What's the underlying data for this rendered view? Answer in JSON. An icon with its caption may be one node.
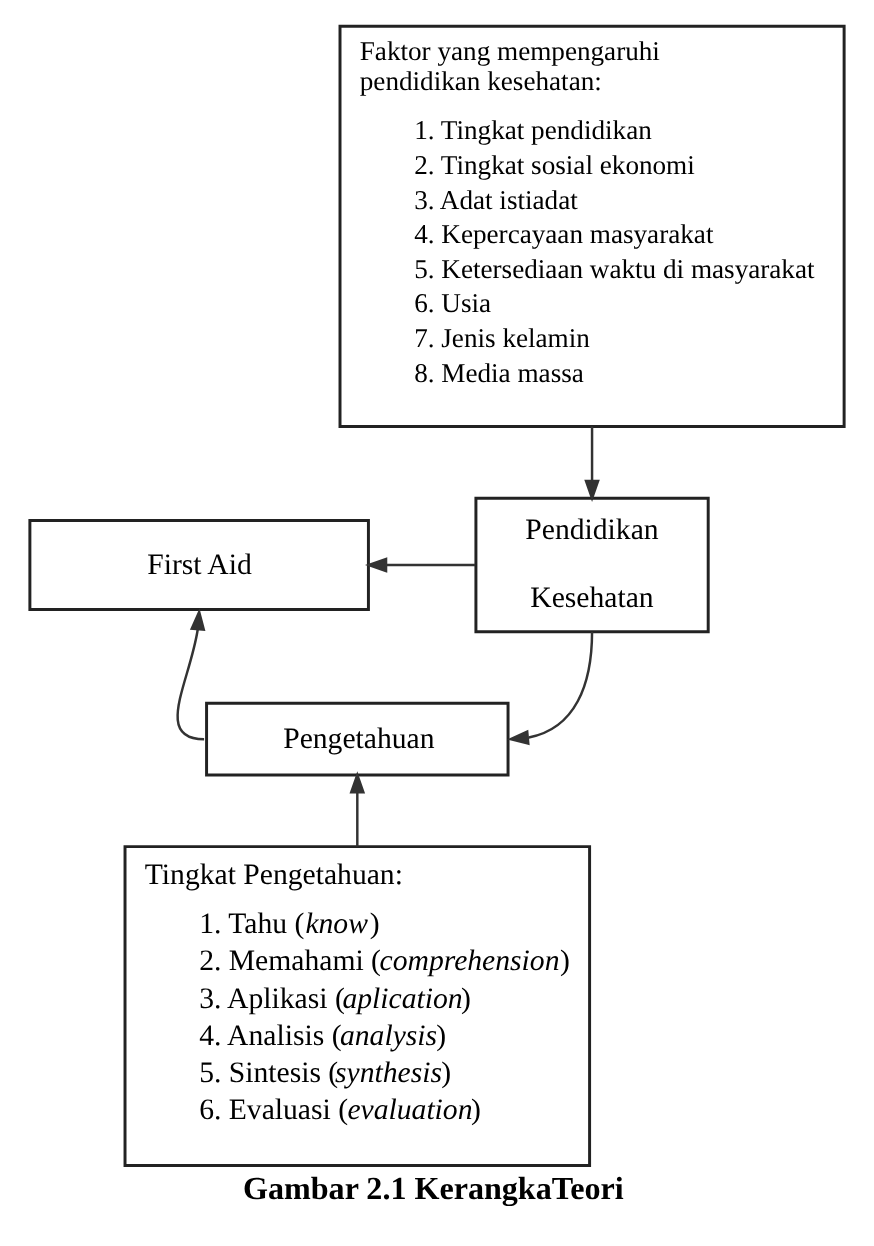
{
  "diagram": {
    "caption": "Gambar 2.1 KerangkaTeori",
    "nodes": [
      {
        "text": [
          "Faktor yang mempengaruhi pendidikan kesehatan:",
          "1. Tingkat pendidikan",
          "2. Tingkat sosial ekonomi",
          "3. Adat istiadat",
          "4. Kepercayaan masyarakat",
          "5. Ketersediaan waktu di masyarakat",
          "6. Usia",
          "7. Jenis kelamin",
          "8. Media massa"
        ]
      },
      {
        "text": [
          "First Aid"
        ]
      },
      {
        "text": [
          "Pendidikan Kesehatan"
        ]
      },
      {
        "text": [
          "Pengetahuan"
        ]
      },
      {
        "text": [
          "Tingkat Pengetahuan:",
          "1. Tahu (*know*)",
          "2. Memahami (*comprehension*)",
          "3. Aplikasi (*aplication*)",
          "4. Analisis (*analysis*)",
          "5. Sintesis (*synthesis*)",
          "6. Evaluasi (*evaluation*)"
        ]
      }
    ],
    "edges": [
      {
        "from": 0,
        "to": 2,
        "arrow": "to"
      },
      {
        "from": 2,
        "to": 1,
        "arrow": "to"
      },
      {
        "from": 2,
        "to": 3,
        "arrow": "to"
      },
      {
        "from": 3,
        "to": 1,
        "arrow": "to"
      },
      {
        "from": 4,
        "to": 3,
        "arrow": "to"
      }
    ]
  }
}
